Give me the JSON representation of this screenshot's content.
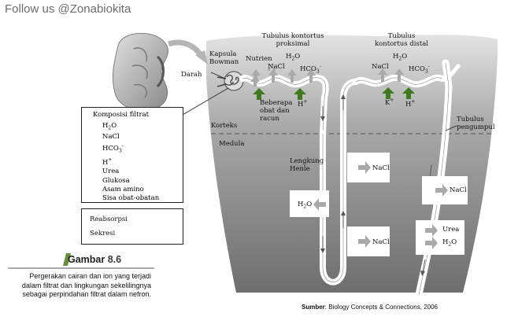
{
  "watermark": "Follow us @Zonabiokita",
  "labels": {
    "kapsula_bowman_1": "Kapsula",
    "kapsula_bowman_2": "Bowman",
    "darah": "Darah",
    "tubulus_proksimal_1": "Tubulus kontortus",
    "tubulus_proksimal_2": "proksimal",
    "tubulus_distal_1": "Tubulus",
    "tubulus_distal_2": "kontortus distal",
    "tubulus_pengumpul_1": "Tubulus",
    "tubulus_pengumpul_2": "pengumpul",
    "korteks": "Korteks",
    "medula": "Medula",
    "lengkung_henle_1": "Lengkung",
    "lengkung_henle_2": "Henle",
    "nutrien": "Nutrien",
    "beberapa_obat_1": "Beberapa",
    "beberapa_obat_2": "obat dan",
    "beberapa_obat_3": "racun"
  },
  "substances": {
    "nacl": "NaCl",
    "h2o_h": "H",
    "h2o_sub": "2",
    "h2o_o": "O",
    "hco3": "HCO",
    "hco3_sub": "3",
    "hco3_sup": "-",
    "h_plus": "H",
    "plus": "+",
    "k_plus": "K",
    "urea": "Urea"
  },
  "composition": {
    "title": "Komposisi filtrat",
    "items": [
      "H2O",
      "NaCl",
      "HCO3-",
      "H+",
      "Urea",
      "Glukosa",
      "Asam amino",
      "Sisa obat-obatan"
    ]
  },
  "legend": {
    "reabsorption": "Reabsorpsi",
    "secretion": "Sekresi",
    "reabsorption_color": "#a9a9a9",
    "secretion_color": "#3f7a1f"
  },
  "figure": {
    "label": "Gambar",
    "number": "8.6",
    "caption": "Pergerakan cairan dan ion yang terjadi dalam filtrat dan lingkungan sekelilingnya sebagai perpindahan filtrat dalam nefron."
  },
  "source": {
    "label": "Sumber",
    "text": ": Biology Concepts & Connections, 2006"
  }
}
